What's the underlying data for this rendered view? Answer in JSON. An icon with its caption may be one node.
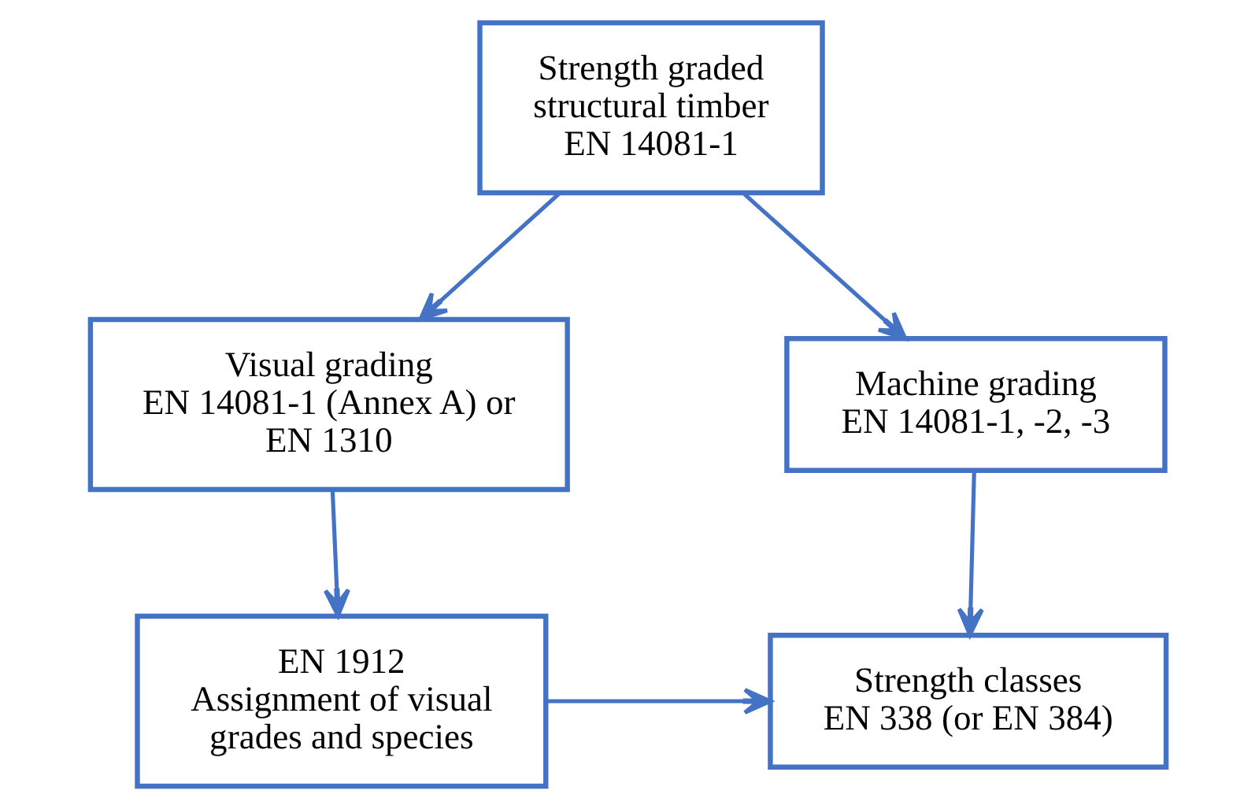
{
  "diagram": {
    "nodes": [
      {
        "text": [
          "Strength graded structural timber",
          "EN 14081-1"
        ]
      },
      {
        "text": [
          "Visual grading",
          "EN 14081-1 (Annex A) or EN 1310"
        ]
      },
      {
        "text": [
          "Machine grading",
          "EN 14081-1, -2, -3"
        ]
      },
      {
        "text": [
          "EN 1912",
          "Assignment of visual grades and species"
        ]
      },
      {
        "text": [
          "Strength classes",
          "EN 338 (or EN 384)"
        ]
      }
    ],
    "edges": [
      {
        "from": 0,
        "to": 1,
        "arrow": "to"
      },
      {
        "from": 0,
        "to": 2,
        "arrow": "to"
      },
      {
        "from": 1,
        "to": 3,
        "arrow": "to"
      },
      {
        "from": 2,
        "to": 4,
        "arrow": "to"
      },
      {
        "from": 3,
        "to": 4,
        "arrow": "to"
      }
    ]
  }
}
